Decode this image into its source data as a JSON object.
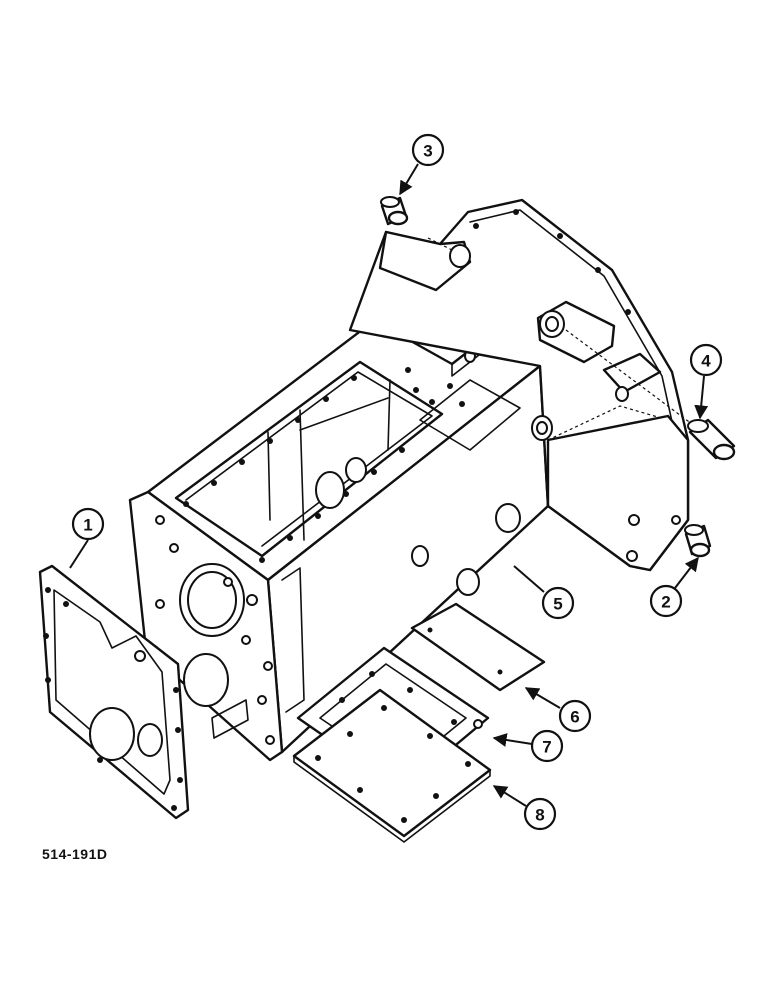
{
  "figure": {
    "reference_code": "514-191D"
  },
  "callouts": [
    {
      "id": "callout-1",
      "label": "1"
    },
    {
      "id": "callout-2",
      "label": "2"
    },
    {
      "id": "callout-3",
      "label": "3"
    },
    {
      "id": "callout-4",
      "label": "4"
    },
    {
      "id": "callout-5",
      "label": "5"
    },
    {
      "id": "callout-6",
      "label": "6"
    },
    {
      "id": "callout-7",
      "label": "7"
    },
    {
      "id": "callout-8",
      "label": "8"
    }
  ]
}
